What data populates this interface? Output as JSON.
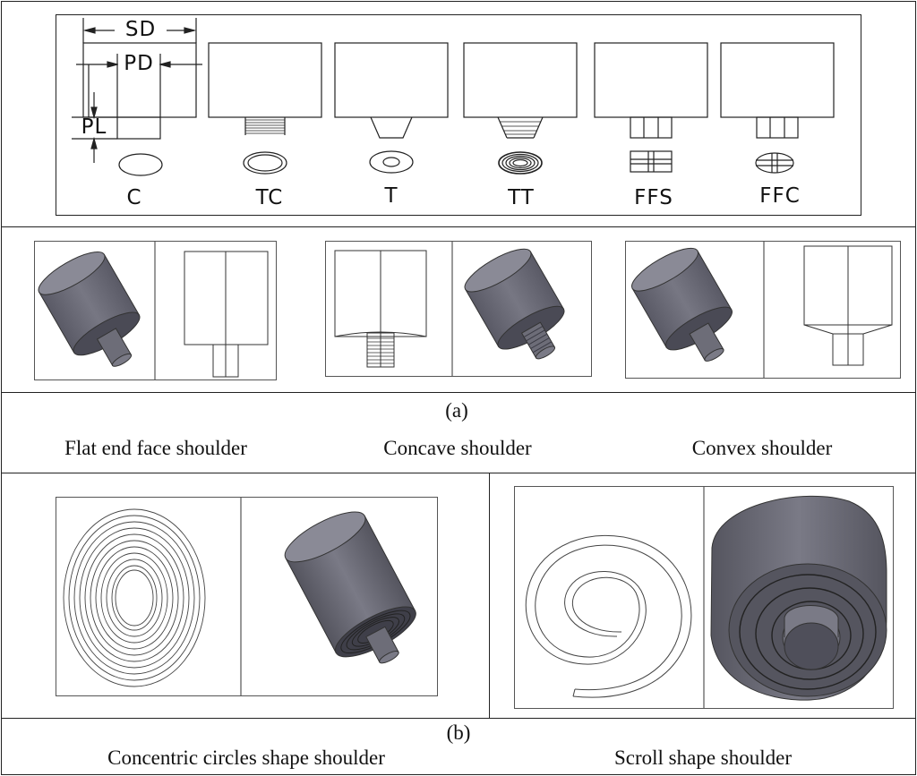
{
  "tool_types": {
    "dimensions": {
      "shoulder_diameter": "SD",
      "pin_diameter": "PD",
      "pin_length": "PL"
    },
    "labels": [
      "C",
      "TC",
      "T",
      "TT",
      "FFS",
      "FFC"
    ]
  },
  "shoulders_a": {
    "caption": "(a)",
    "names": [
      "Flat end face shoulder",
      "Concave shoulder",
      "Convex shoulder"
    ]
  },
  "shoulders_b": {
    "caption": "(b)",
    "names": [
      "Concentric circles shape shoulder",
      "Scroll shape shoulder"
    ]
  },
  "colors": {
    "line": "#222222",
    "solid_face": "#6d6d78",
    "solid_dark": "#4a4a55",
    "solid_light": "#8a8a96"
  }
}
